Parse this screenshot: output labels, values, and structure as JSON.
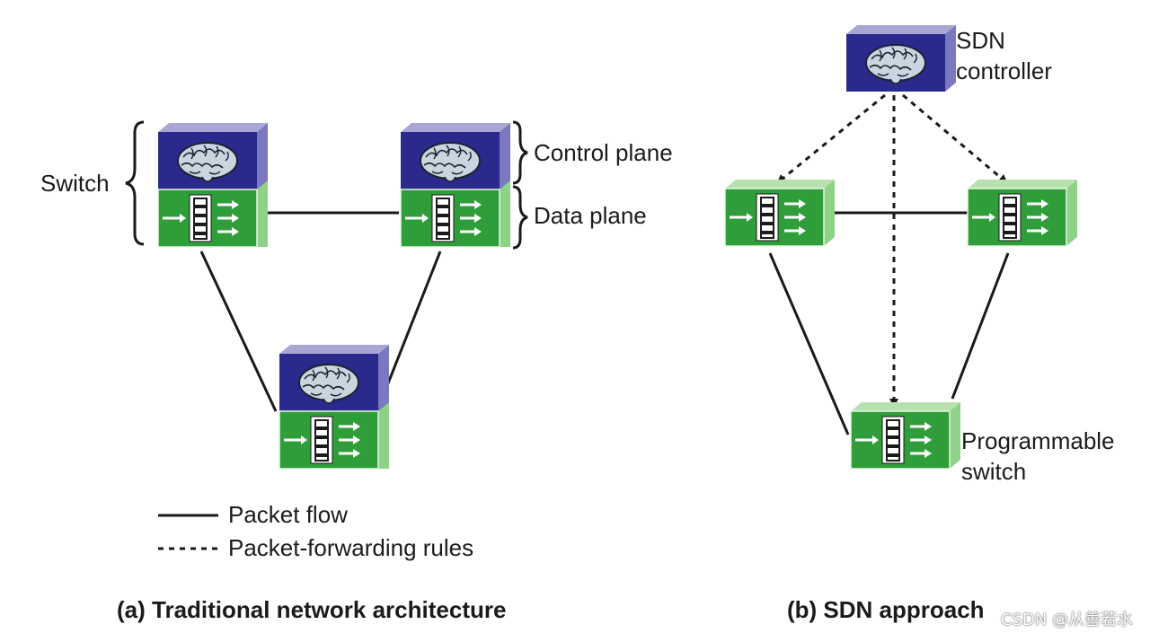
{
  "labels": {
    "switch": "Switch",
    "control_plane": "Control plane",
    "data_plane": "Data plane",
    "sdn_controller_line1": "SDN",
    "sdn_controller_line2": "controller",
    "programmable_line1": "Programmable",
    "programmable_line2": "switch"
  },
  "legend": {
    "packet_flow": "Packet flow",
    "forwarding_rules": "Packet-forwarding rules"
  },
  "captions": {
    "a": "(a) Traditional network architecture",
    "b": "(b) SDN approach"
  },
  "watermark": "CSDN @从善若水",
  "colors": {
    "control_plane_front": "#2a2a8c",
    "control_plane_top": "#a9a6d6",
    "control_plane_side": "#7b78bf",
    "data_plane_front": "#2f9e3a",
    "data_plane_top": "#b7e2b0",
    "data_plane_side": "#8fd186",
    "line": "#1a1a1a"
  },
  "icons": {
    "control_plane": "brain-icon",
    "data_plane": "flow-table-icon"
  }
}
